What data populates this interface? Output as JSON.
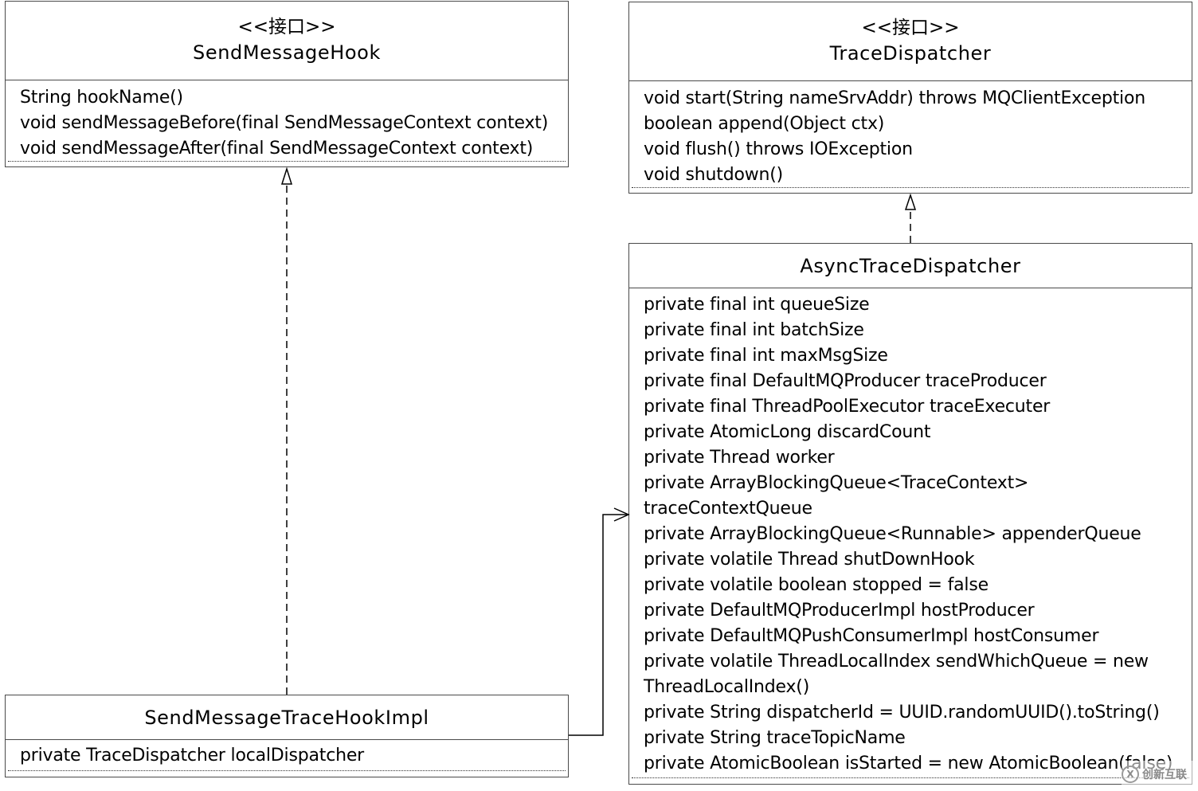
{
  "classes": {
    "send_message_hook": {
      "stereotype": "<<接口>>",
      "name": "SendMessageHook",
      "members": [
        "String hookName()",
        "void sendMessageBefore(final SendMessageContext context)",
        "void sendMessageAfter(final SendMessageContext context)"
      ]
    },
    "trace_dispatcher": {
      "stereotype": "<<接口>>",
      "name": "TraceDispatcher",
      "members": [
        "void start(String nameSrvAddr) throws MQClientException",
        "boolean append(Object ctx)",
        "void flush() throws IOException",
        "void shutdown()"
      ]
    },
    "async_trace_dispatcher": {
      "name": "AsyncTraceDispatcher",
      "members": [
        "private final int queueSize",
        "private final int batchSize",
        "private final int maxMsgSize",
        "private final DefaultMQProducer traceProducer",
        "private final ThreadPoolExecutor traceExecuter",
        "private AtomicLong discardCount",
        "private Thread worker",
        "private ArrayBlockingQueue<TraceContext>",
        "traceContextQueue",
        "private ArrayBlockingQueue<Runnable> appenderQueue",
        "private volatile Thread shutDownHook",
        "private volatile boolean stopped = false",
        "private DefaultMQProducerImpl hostProducer",
        "private DefaultMQPushConsumerImpl hostConsumer",
        "private volatile ThreadLocalIndex sendWhichQueue = new",
        "ThreadLocalIndex()",
        "private String dispatcherId = UUID.randomUUID().toString()",
        "private String traceTopicName",
        "private AtomicBoolean isStarted = new AtomicBoolean(false)"
      ]
    },
    "send_message_trace_hook_impl": {
      "name": "SendMessageTraceHookImpl",
      "members": [
        "private TraceDispatcher localDispatcher"
      ]
    }
  },
  "relationships": [
    {
      "type": "realization",
      "from": "SendMessageTraceHookImpl",
      "to": "SendMessageHook"
    },
    {
      "type": "realization",
      "from": "AsyncTraceDispatcher",
      "to": "TraceDispatcher"
    },
    {
      "type": "association",
      "from": "SendMessageTraceHookImpl",
      "to": "AsyncTraceDispatcher"
    }
  ],
  "watermark": {
    "text": "创新互联",
    "logo_glyph": "X"
  },
  "colors": {
    "border": "#4a4a4a",
    "line": "#000000",
    "watermark": "#8a8a8a"
  }
}
